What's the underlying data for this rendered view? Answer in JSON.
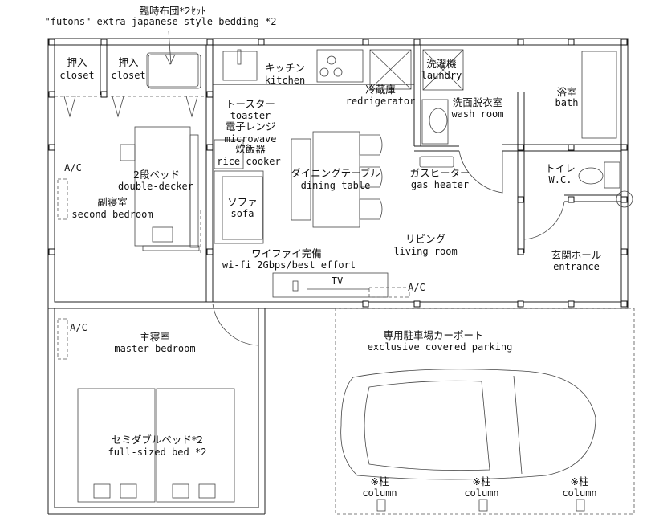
{
  "title": {
    "jp": "臨時布団*2ｾｯﾄ",
    "en": "\"futons\" extra japanese-style bedding *2"
  },
  "rooms": {
    "closet1": {
      "jp": "押入",
      "en": "closet"
    },
    "closet2": {
      "jp": "押入",
      "en": "closet"
    },
    "kitchen": {
      "jp": "キッチン",
      "en": "kitchen"
    },
    "fridge": {
      "jp": "冷蔵庫",
      "en": "redrigerator"
    },
    "laundry": {
      "jp": "洗濯機",
      "en": "laundry"
    },
    "washroom": {
      "jp": "洗面脱衣室",
      "en": "wash room"
    },
    "bath": {
      "jp": "浴室",
      "en": "bath"
    },
    "toaster": {
      "jp": "トースター",
      "en": "toaster"
    },
    "microwave": {
      "jp": "電子レンジ",
      "en": "microwave"
    },
    "rice": {
      "jp": "炊飯器",
      "en": "rice cooker"
    },
    "bunk": {
      "jp": "2段ベッド",
      "en": "double-decker"
    },
    "second": {
      "jp": "副寝室",
      "en": "second bedroom"
    },
    "ac1": "A/C",
    "sofa": {
      "jp": "ソファ",
      "en": "sofa"
    },
    "dining": {
      "jp": "ダイニングテーブル",
      "en": "dining table"
    },
    "heater": {
      "jp": "ガスヒーター",
      "en": "gas heater"
    },
    "wc": {
      "jp": "トイレ",
      "en": "W.C."
    },
    "living": {
      "jp": "リビング",
      "en": "living room"
    },
    "wifi": {
      "jp": "ワイファイ完備",
      "en": "wi-fi 2Gbps/best effort"
    },
    "entrance": {
      "jp": "玄関ホール",
      "en": "entrance"
    },
    "tv": "TV",
    "ac2": "A/C",
    "master": {
      "jp": "主寝室",
      "en": "master bedroom"
    },
    "ac3": "A/C",
    "parking": {
      "jp": "専用駐車場カーポート",
      "en": "exclusive covered parking"
    },
    "bed": {
      "jp": "セミダブルベッド*2",
      "en": "full-sized bed  *2"
    },
    "columns": [
      {
        "jp": "※柱",
        "en": "column"
      },
      {
        "jp": "※柱",
        "en": "column"
      },
      {
        "jp": "※柱",
        "en": "column"
      }
    ]
  }
}
